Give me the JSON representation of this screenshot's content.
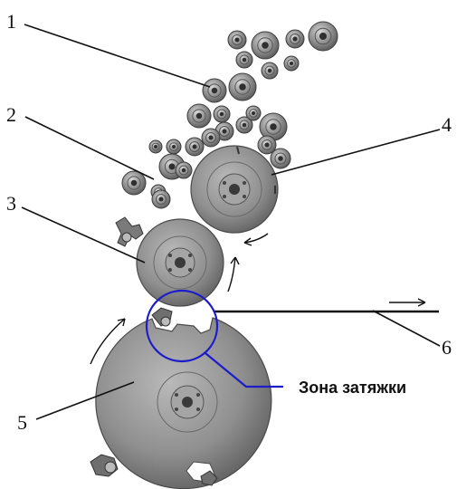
{
  "labels": {
    "l1": "1",
    "l2": "2",
    "l3": "3",
    "l4": "4",
    "l5": "5",
    "l6": "6"
  },
  "zone_label": "Зона затяжки",
  "colors": {
    "metal": "#8c8c8c",
    "metal_dark": "#5e5e5e",
    "metal_light": "#c4c4c4",
    "leader": "#111111",
    "highlight": "#1c1cc8"
  }
}
